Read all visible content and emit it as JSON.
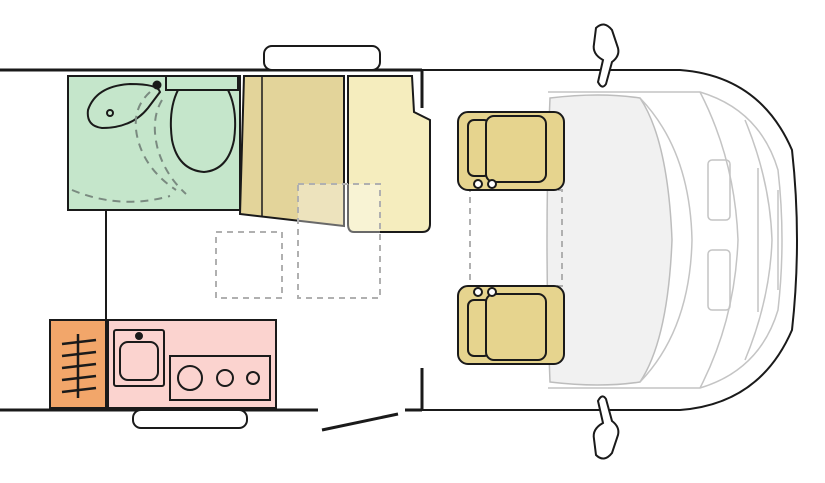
{
  "floorplan": {
    "title": "",
    "colors": {
      "background": "#ffffff",
      "wall": "#1a1a1a",
      "bathroom": "#c5e6cb",
      "bed_dark": "#e3d49a",
      "bed_light": "#f5edbe",
      "seat": "#e6d48e",
      "kitchen": "#fbd3cf",
      "wardrobe": "#f2a66a",
      "cab_outline": "#c8c8c8",
      "dashed": "#b0b0b0"
    },
    "zones": [
      "bathroom",
      "bed",
      "dinette",
      "kitchen",
      "wardrobe",
      "cab-seats",
      "vehicle-cab"
    ],
    "icons": [
      "toilet-icon",
      "basin-icon",
      "sink-icon",
      "hob-icon",
      "mirror-icon",
      "door-icon",
      "window-icon"
    ]
  }
}
